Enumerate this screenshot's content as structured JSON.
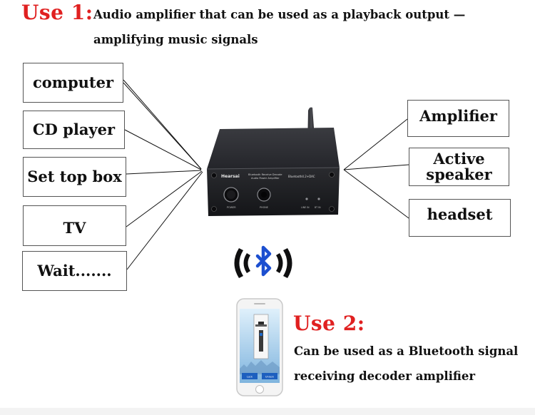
{
  "use1": {
    "title": "Use 1:",
    "line1": "Audio amplifier that can be used as a playback output —",
    "line2": "amplifying music signals"
  },
  "inputs": [
    "computer",
    "CD player",
    "Set top box",
    "TV",
    "Wait......."
  ],
  "outputs": [
    {
      "line1": "Amplifier",
      "line2": ""
    },
    {
      "line1": "Active",
      "line2": "speaker"
    },
    {
      "line1": "headset",
      "line2": ""
    }
  ],
  "device": {
    "brand": "Hearsai",
    "panel_line1": "Bluetooth Receive Decode",
    "panel_line2": "Audio Power Amplifier",
    "badge": "Bluetooth4.2+DAC",
    "knob1_label": "POWER",
    "knob2_label": "PHONE",
    "led1_label": "LINE IN",
    "led2_label": "BT IN"
  },
  "phone": {
    "btn_left": "Lock",
    "btn_right": "Unlock"
  },
  "use2": {
    "title": "Use 2:",
    "line1": "Can be used as a Bluetooth signal",
    "line2": "receiving decoder amplifier"
  },
  "colors": {
    "title_red": "#e02020",
    "bluetooth_blue": "#1c4fd0",
    "device_black": "#1d1e21"
  }
}
